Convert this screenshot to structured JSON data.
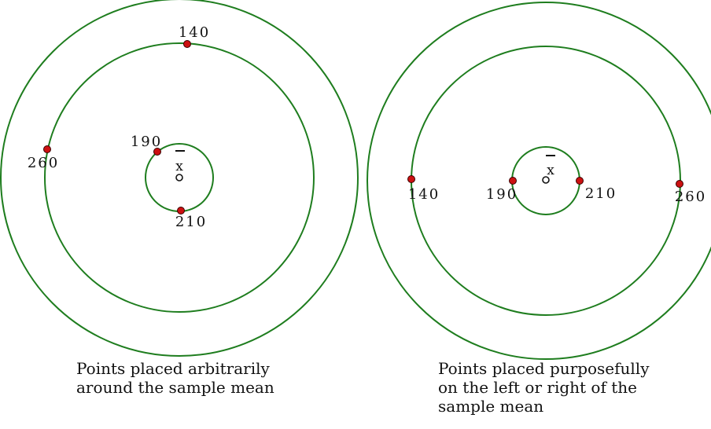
{
  "diagrams": [
    {
      "mean_label": "x",
      "points": [
        {
          "label": "140"
        },
        {
          "label": "260"
        },
        {
          "label": "190"
        },
        {
          "label": "210"
        }
      ],
      "caption": "Points placed arbitrarily\naround the sample mean"
    },
    {
      "mean_label": "x",
      "points": [
        {
          "label": "140"
        },
        {
          "label": "190"
        },
        {
          "label": "210"
        },
        {
          "label": "260"
        }
      ],
      "caption": "Points placed purposefully\non the left or right of the\nsample mean"
    }
  ],
  "colors": {
    "ring": "#1e7d1e",
    "point": "#cc1111"
  }
}
